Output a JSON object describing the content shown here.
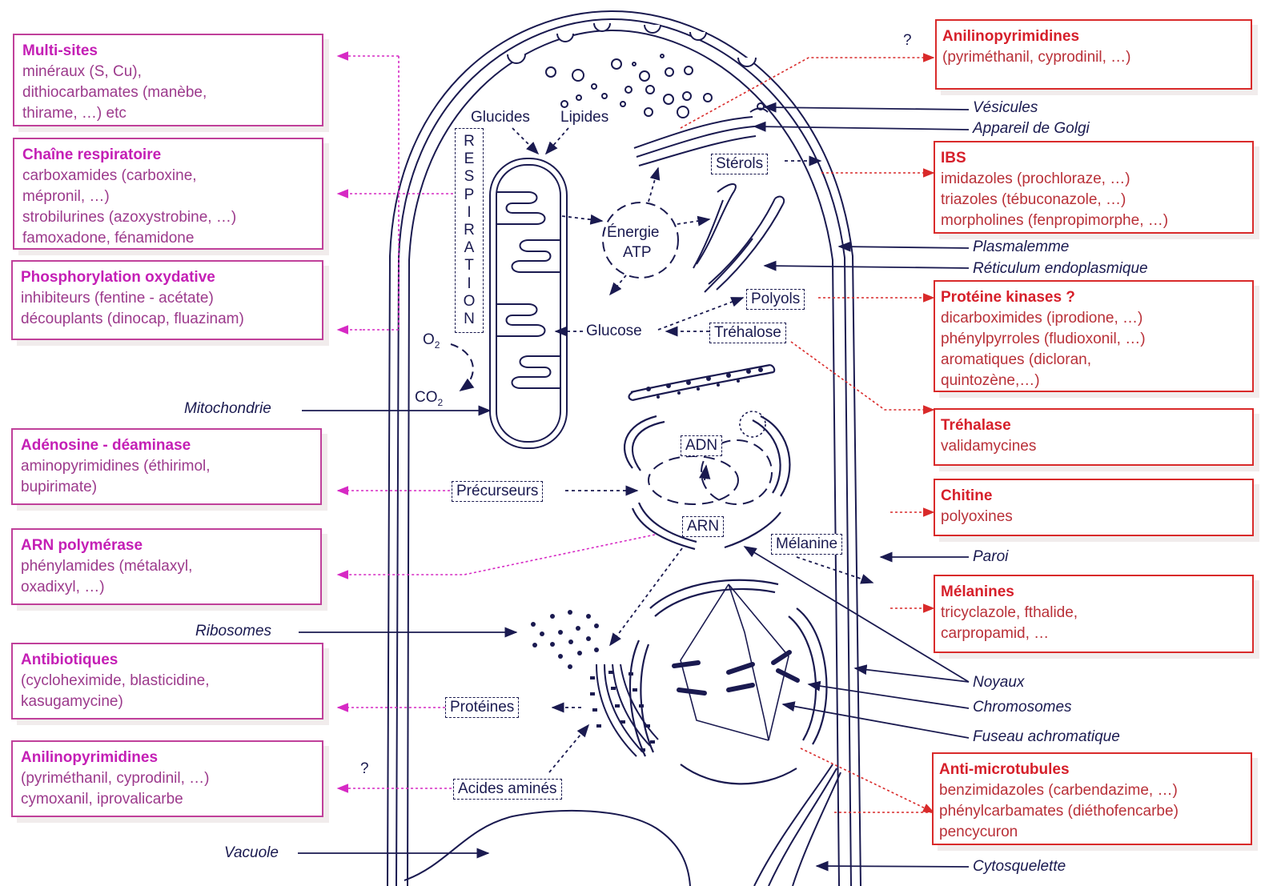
{
  "left_boxes": [
    {
      "title": "Multi-sites",
      "lines": [
        "minéraux (S, Cu),",
        "dithiocarbamates (manèbe,",
        "thirame, …)  etc"
      ]
    },
    {
      "title": "Chaîne respiratoire",
      "lines": [
        "carboxamides (carboxine,",
        "mépronil, …)",
        "strobilurines (azoxystrobine, …)",
        "famoxadone, fénamidone"
      ]
    },
    {
      "title": "Phosphorylation oxydative",
      "lines": [
        "inhibiteurs (fentine - acétate)",
        "découplants (dinocap,  fluazinam)"
      ]
    },
    {
      "title": "Adénosine - déaminase",
      "lines": [
        "aminopyrimidines (éthirimol,",
        "bupirimate)"
      ]
    },
    {
      "title": "ARN polymérase",
      "lines": [
        "phénylamides (métalaxyl,",
        "oxadixyl, …)"
      ]
    },
    {
      "title": "Antibiotiques",
      "lines": [
        "(cycloheximide, blasticidine,",
        "kasugamycine)"
      ]
    },
    {
      "title": "Anilinopyrimidines",
      "lines": [
        "(pyriméthanil, cyprodinil, …)",
        "cymoxanil, iprovalicarbe"
      ]
    }
  ],
  "right_boxes": [
    {
      "title": "Anilinopyrimidines",
      "lines": [
        "(pyriméthanil, cyprodinil, …)"
      ]
    },
    {
      "title": "IBS",
      "lines": [
        "imidazoles (prochloraze, …)",
        "triazoles (tébuconazole, …)",
        "morpholines (fenpropimorphe, …)"
      ]
    },
    {
      "title": "Protéine kinases ?",
      "lines": [
        "dicarboximides (iprodione, …)",
        "phénylpyrroles (fludioxonil, …)",
        "aromatiques (dicloran,",
        "quintozène,…)"
      ]
    },
    {
      "title": "Tréhalase",
      "lines": [
        "validamycines"
      ]
    },
    {
      "title": "Chitine",
      "lines": [
        "polyoxines"
      ]
    },
    {
      "title": "Mélanines",
      "lines": [
        "tricyclazole, fthalide,",
        "carpropamid, …"
      ]
    },
    {
      "title": "Anti-microtubules",
      "lines": [
        "benzimidazoles (carbendazime, …)",
        "phénylcarbamates (diéthofencarbe)",
        "pencycuron"
      ]
    }
  ],
  "structures": {
    "vesicules": "Vésicules",
    "golgi": "Appareil de Golgi",
    "plasmalemme": "Plasmalemme",
    "reticulum": "Réticulum endoplasmique",
    "paroi": "Paroi",
    "noyaux": "Noyaux",
    "chromosomes": "Chromosomes",
    "fuseau": "Fuseau achromatique",
    "cytosquelette": "Cytosquelette",
    "mitochondrie": "Mitochondrie",
    "ribosomes": "Ribosomes",
    "vacuole": "Vacuole"
  },
  "inner": {
    "glucides": "Glucides",
    "lipides": "Lipides",
    "respiration": [
      "R",
      "E",
      "S",
      "P",
      "I",
      "R",
      "A",
      "T",
      "I",
      "O",
      "N"
    ],
    "energie": "Énergie",
    "atp": "ATP",
    "sterols": "Stérols",
    "polyols": "Polyols",
    "glucose": "Glucose",
    "trehalose": "Tréhalose",
    "o2": "O",
    "o2_sub": "2",
    "co2": "CO",
    "co2_sub": "2",
    "adn": "ADN",
    "arn": "ARN",
    "precurseurs": "Précurseurs",
    "melanine": "Mélanine",
    "proteines": "Protéines",
    "acides_amines": "Acides aminés"
  },
  "question_marks": [
    "?",
    "?"
  ],
  "colors": {
    "navy": "#1a1a50",
    "magenta": "#c41fb5",
    "red": "#d61f2a",
    "shadow": "#f1ecec"
  }
}
